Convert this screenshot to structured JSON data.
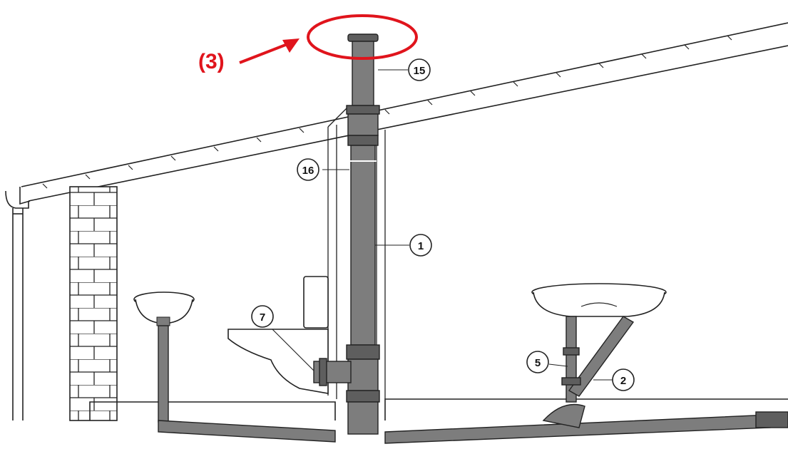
{
  "colors": {
    "pipe": "#7d7d7d",
    "pipe_dark": "#5e5e5e",
    "line": "#222222",
    "accent": "#e0141c"
  },
  "annotation": {
    "label": "(3)"
  },
  "callouts": [
    {
      "id": "15",
      "label": "15"
    },
    {
      "id": "16",
      "label": "16"
    },
    {
      "id": "1",
      "label": "1"
    },
    {
      "id": "7",
      "label": "7"
    },
    {
      "id": "5",
      "label": "5"
    },
    {
      "id": "2",
      "label": "2"
    }
  ]
}
